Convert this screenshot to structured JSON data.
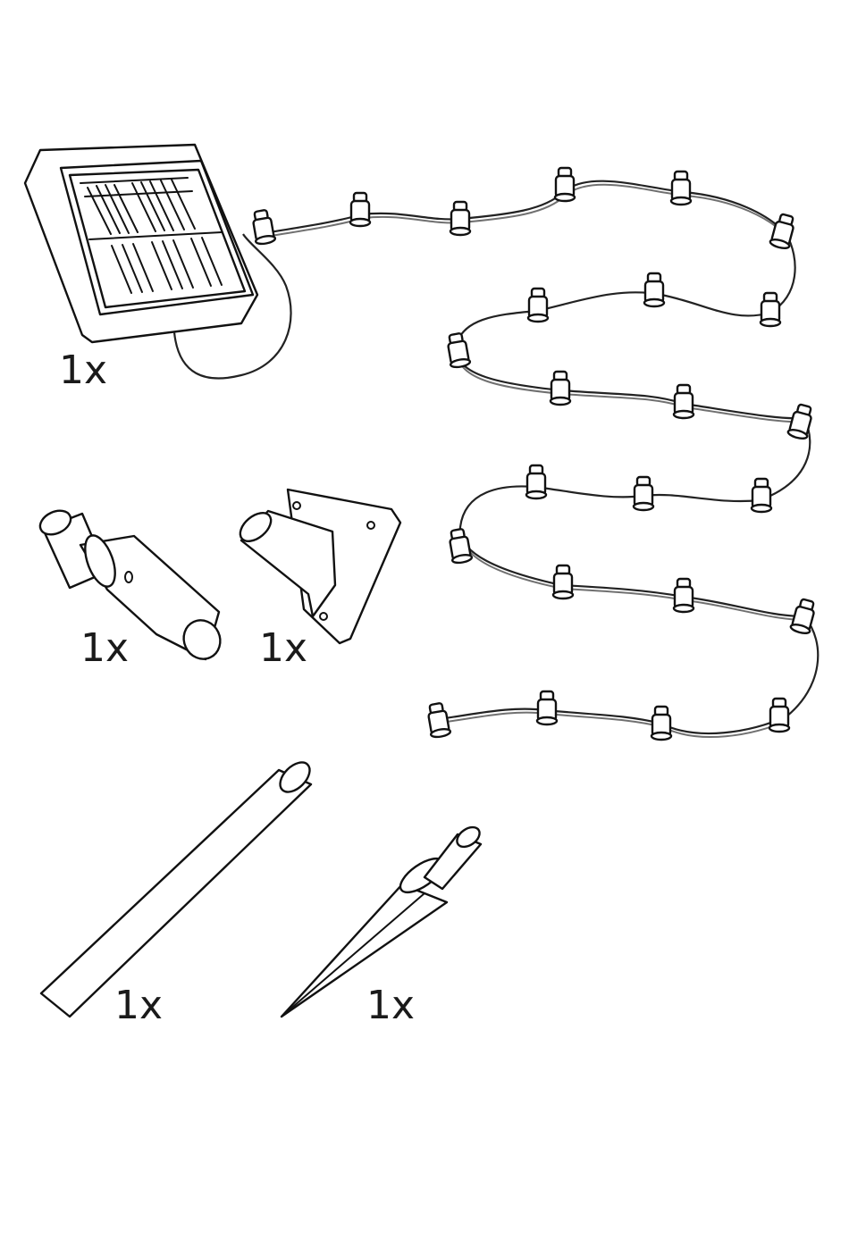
{
  "parts": [
    {
      "id": "solar-panel",
      "icon": "solar-panel-icon",
      "quantity": "1x"
    },
    {
      "id": "pipe-joint",
      "icon": "pipe-joint-icon",
      "quantity": "1x"
    },
    {
      "id": "wall-bracket",
      "icon": "wall-bracket-icon",
      "quantity": "1x"
    },
    {
      "id": "ground-pole",
      "icon": "pole-icon",
      "quantity": "1x"
    },
    {
      "id": "ground-spike",
      "icon": "ground-spike-icon",
      "quantity": "1x"
    },
    {
      "id": "light-string",
      "icon": "led-light-string-icon"
    }
  ]
}
